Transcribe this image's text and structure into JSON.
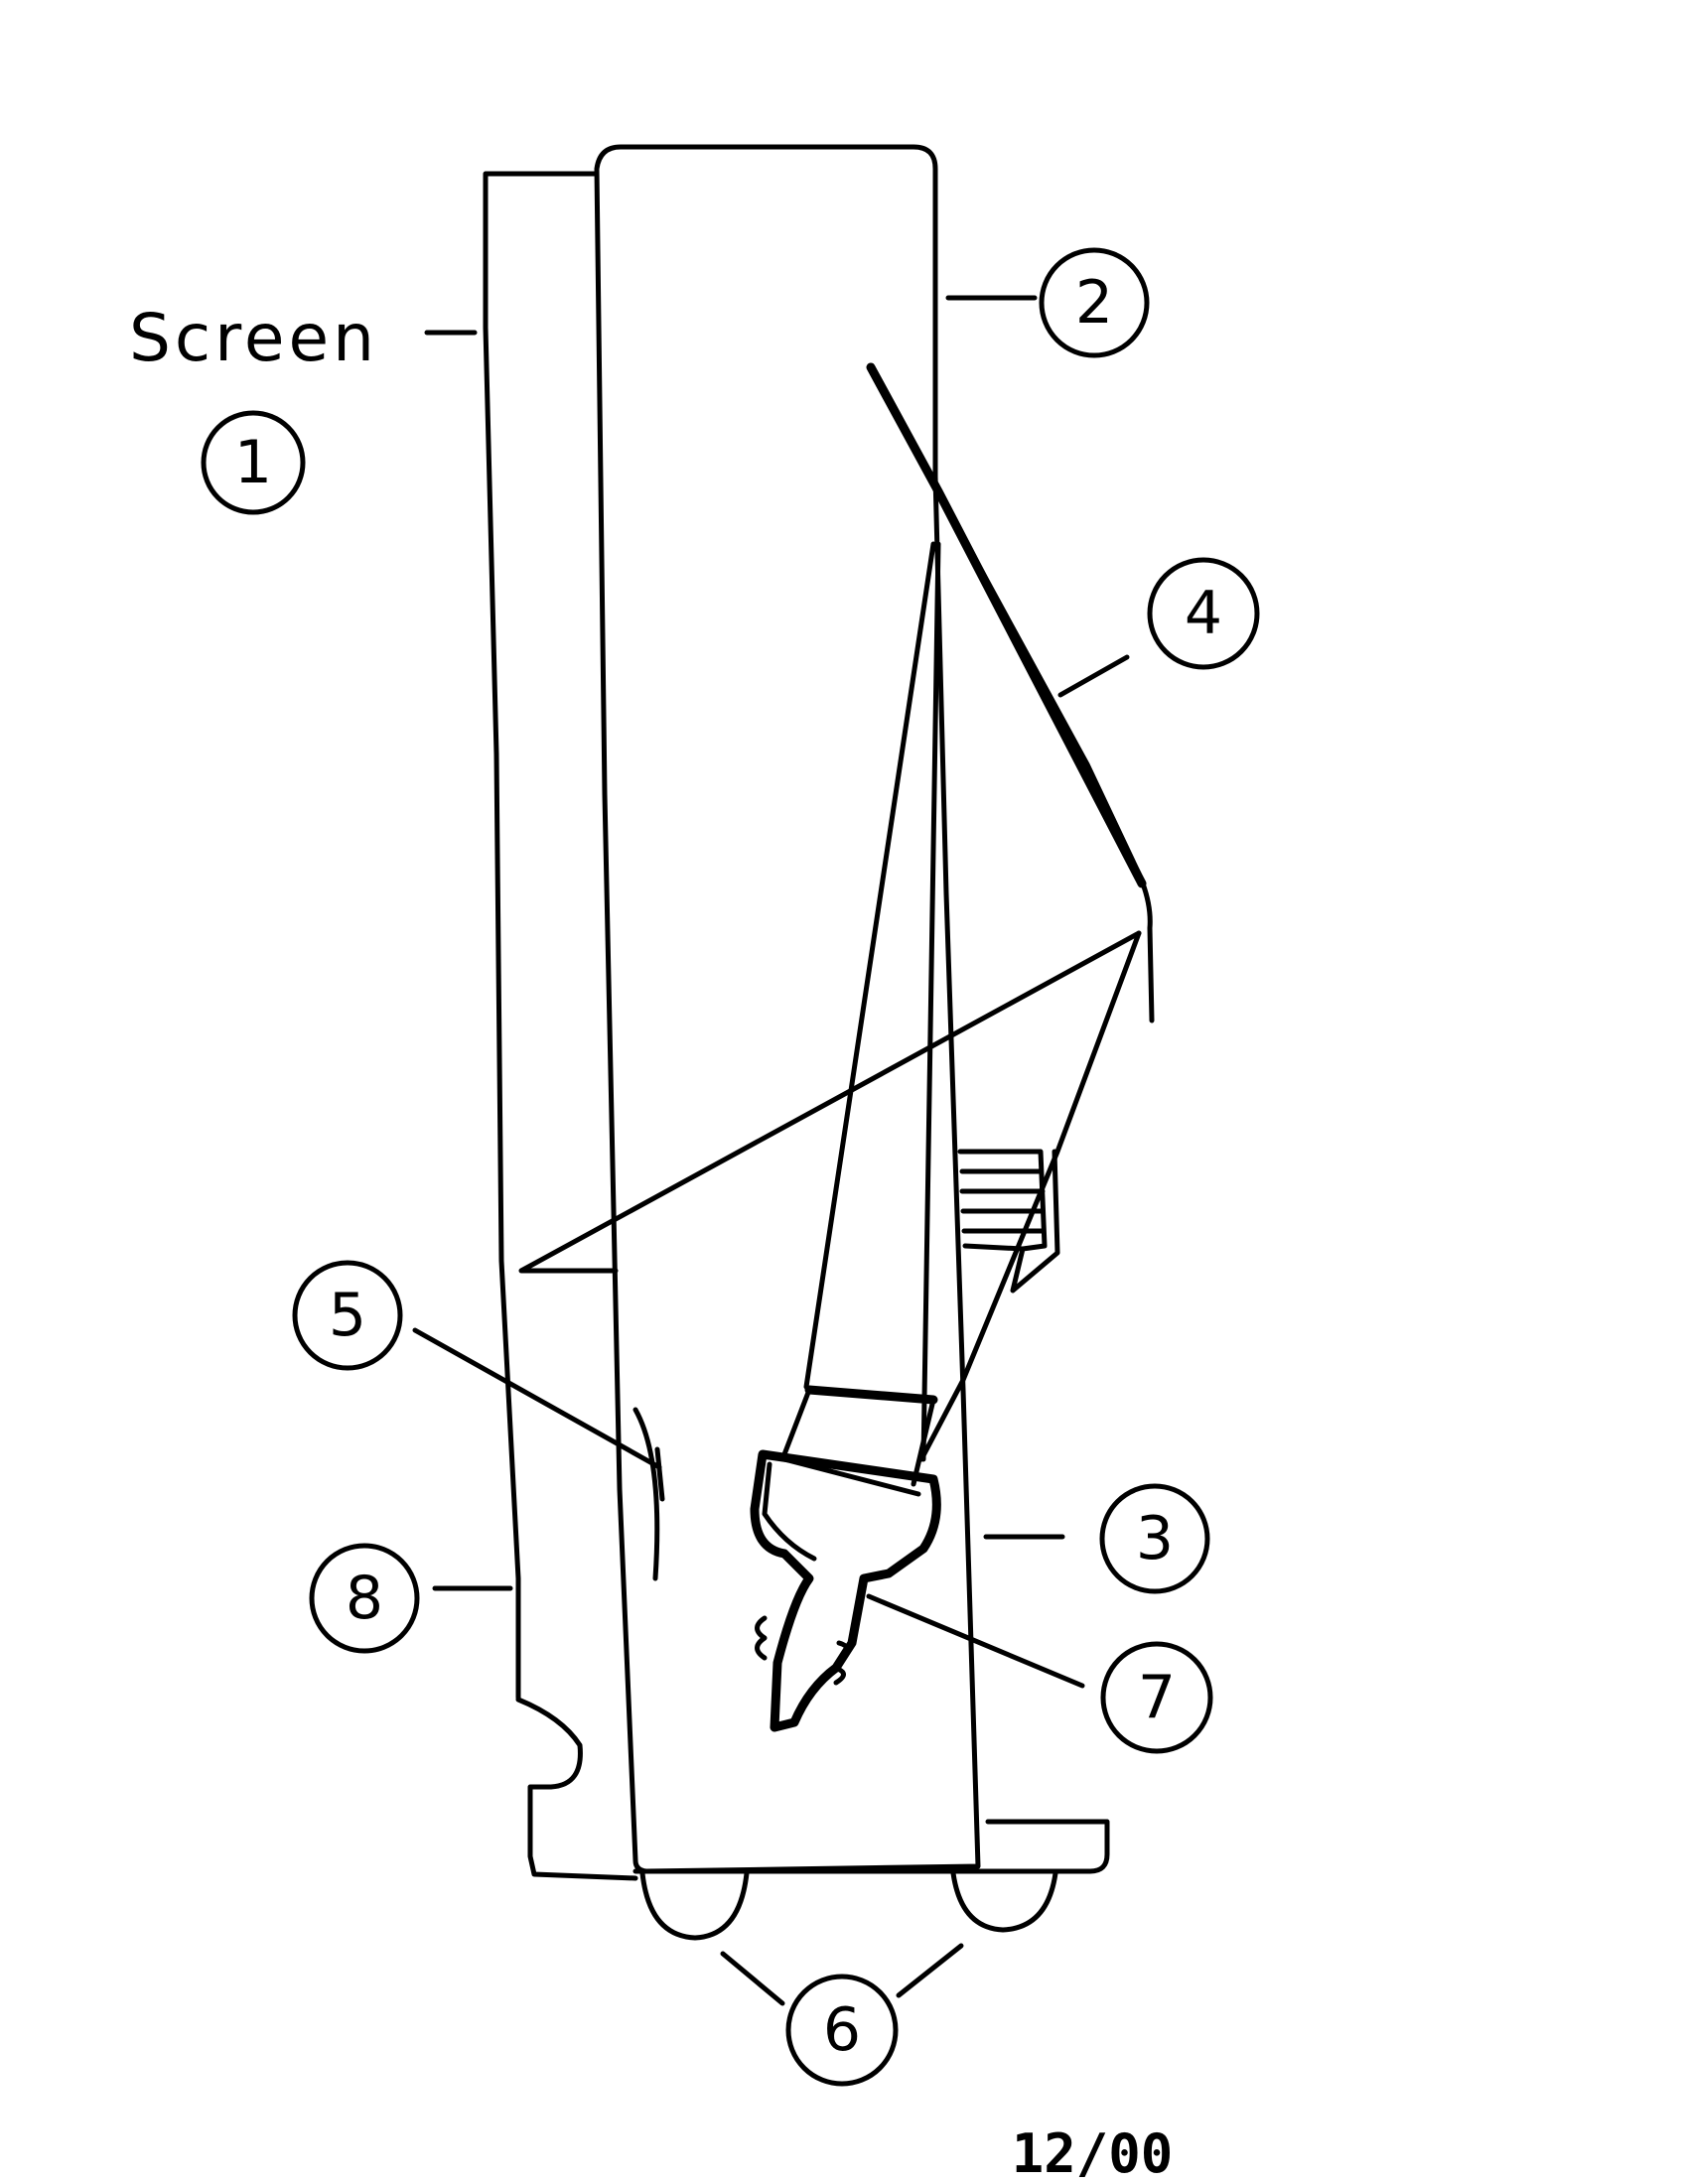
{
  "figure": {
    "screen_label": "Screen",
    "callouts": [
      "1",
      "2",
      "3",
      "4",
      "5",
      "6",
      "7",
      "8"
    ],
    "date_stamp": "12/00"
  }
}
